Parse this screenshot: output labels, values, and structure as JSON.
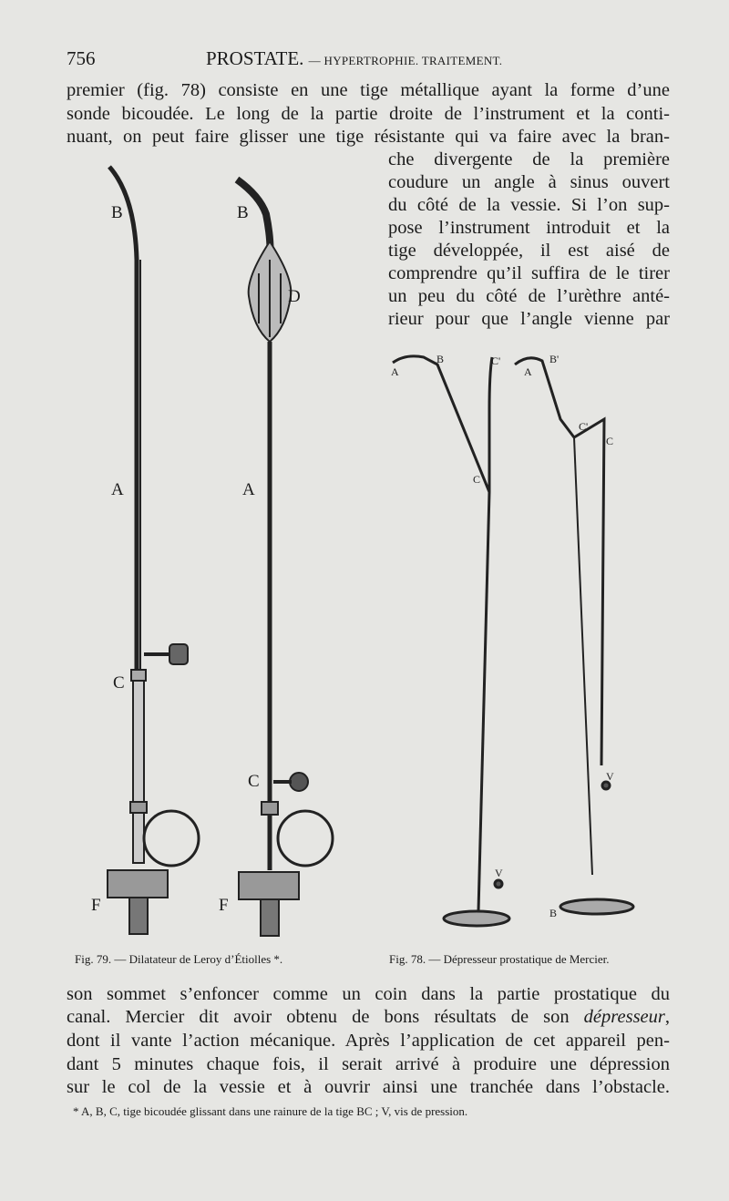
{
  "header": {
    "page_number": "756",
    "title": "PROSTATE.",
    "subtitle": "— HYPERTROPHIE. TRAITEMENT."
  },
  "top_lines": [
    "premier (fig. 78) consiste en une tige métallique ayant la forme d’une",
    "sonde bicoudée. Le long de la partie droite de l’instrument et la conti-",
    "nuant, on peut faire glisser une tige résistante qui va faire avec la bran-"
  ],
  "right_lines": [
    "che divergente de la première",
    "coudure un angle à sinus ouvert",
    "du côté de la vessie. Si l’on sup-",
    "pose l’instrument introduit et la",
    "tige développée, il est aisé de",
    "comprendre qu’il suffira de le tirer",
    "un peu du côté de l’urèthre anté-",
    "rieur pour que l’angle vienne par"
  ],
  "figures": {
    "fig79": {
      "caption": "Fig. 79. — Dilatateur de Leroy d’Étiolles *.",
      "labels_left": [
        "B",
        "A",
        "C",
        "F"
      ],
      "labels_right": [
        "B",
        "D",
        "A",
        "C",
        "F"
      ]
    },
    "fig78": {
      "caption": "Fig. 78. — Dépresseur prostatique de Mercier.",
      "labels": [
        "A",
        "B",
        "C'",
        "C",
        "V",
        "A",
        "B'",
        "C'",
        "C",
        "V",
        "B"
      ]
    }
  },
  "bottom_lines": [
    "son sommet s’enfoncer comme un coin dans la partie prostatique du",
    "canal. Mercier dit avoir obtenu de bons résultats de son dépresseur,",
    "dont il vante l’action mécanique. Après l’application de cet appareil pen-",
    "dant 5 minutes chaque fois, il serait arrivé à produire une dépression",
    "sur le col de la vessie et à ouvrir ainsi une tranchée dans l’obstacle."
  ],
  "emphasis_word": "dépresseur",
  "footnote": "* A, B, C, tige bicoudée glissant dans une rainure de la tige BC ; V, vis de pression."
}
